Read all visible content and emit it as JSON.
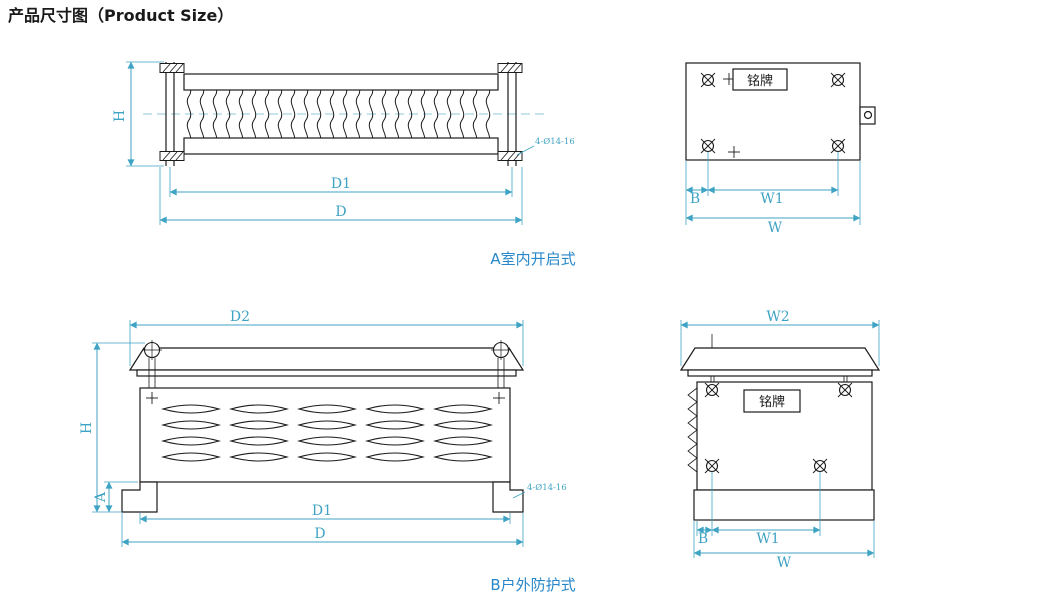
{
  "meta": {
    "title": "产品尺寸图（Product Size）",
    "colors": {
      "line": "#1a1a1a",
      "dim": "#3fa3c4",
      "caption": "#2787c9"
    }
  },
  "section_a": {
    "caption": "A室内开启式",
    "front": {
      "dim_h": "H",
      "dim_d1": "D1",
      "dim_d": "D",
      "hole_callout": "4-Ø14-16"
    },
    "side": {
      "nameplate": "铭牌",
      "dim_b": "B",
      "dim_w1": "W1",
      "dim_w": "W"
    }
  },
  "section_b": {
    "caption": "B户外防护式",
    "front": {
      "dim_d2": "D2",
      "dim_h": "H",
      "dim_a": "A",
      "dim_d1": "D1",
      "dim_d": "D",
      "hole_callout": "4-Ø14-16"
    },
    "side": {
      "nameplate": "铭牌",
      "dim_w2": "W2",
      "dim_b": "B",
      "dim_w1": "W1",
      "dim_w": "W"
    }
  }
}
